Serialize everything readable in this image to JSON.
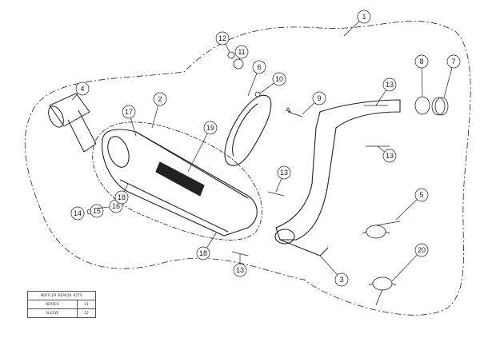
{
  "callouts": [
    "1",
    "2",
    "3",
    "4",
    "5",
    "6",
    "7",
    "8",
    "9",
    "10",
    "11",
    "12",
    "13",
    "13",
    "13",
    "13",
    "14",
    "15",
    "16",
    "17",
    "18",
    "18",
    "19",
    "20"
  ],
  "table": {
    "title": "MUFFLER REPAIR KITS",
    "rows": [
      {
        "label": "REPACK",
        "value": "21"
      },
      {
        "label": "SLEEVE",
        "value": "22"
      }
    ]
  }
}
